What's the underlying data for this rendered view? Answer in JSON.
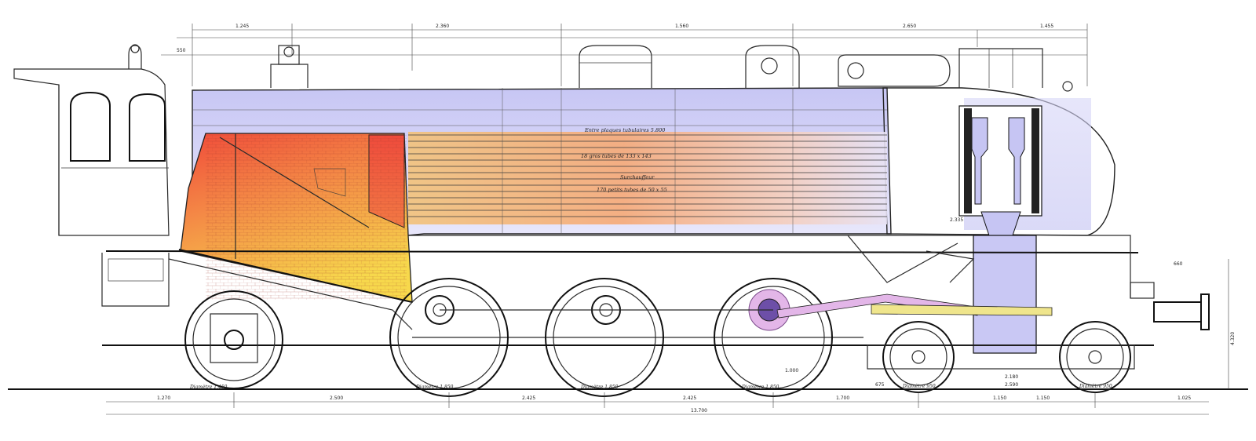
{
  "dimensions": {
    "top": [
      "1.245",
      "2.360",
      "1.560",
      "2.650",
      "1.455"
    ],
    "top_small": "550",
    "bottom_row1": [
      "1.270",
      "2.500",
      "2.425",
      "2.425",
      "1.700",
      "1.150",
      "1.150",
      "1.025"
    ],
    "overall_length": "13.700",
    "right_height": "4.320",
    "buffer": "660",
    "rail_ref": "1.000",
    "small_gauge": [
      "675",
      "2.590",
      "2.180"
    ]
  },
  "labels": {
    "tube_plate_distance": "Entre plaques tubulaires 5.800",
    "tubes_small": "18 gros tubes de 133 x 143",
    "tubes_heating": "170 petits tubes de 50 x 55",
    "superheater": "Surchauffeur",
    "cylinder_note": "2.335"
  },
  "wheels": {
    "trailing": "Diamètre 1.450",
    "coupled": [
      "Diamètre 1.850",
      "Diamètre 1.850",
      "Diamètre 1.850"
    ],
    "bogie": [
      "Diamètre 950",
      "Diamètre 950"
    ]
  },
  "colors": {
    "firebox_hot": "#f04a3a",
    "firebox_warm": "#f39a4a",
    "firebox_cool": "#f7d64a",
    "boiler_blue": "#c9c8f5",
    "tube_orange": "#f5b676",
    "cylinder_purple": "#6d4fa8",
    "valve_gear_pink": "#e3b6e8",
    "rod_yellow": "#efe58c"
  }
}
